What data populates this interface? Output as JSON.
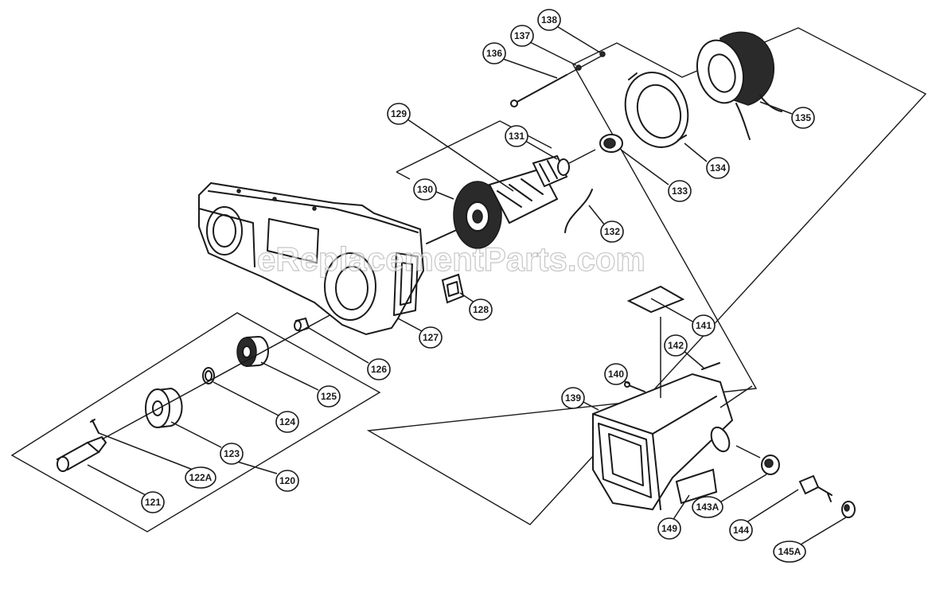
{
  "watermark": "eReplacementParts.com",
  "callouts": {
    "c120": "120",
    "c121": "121",
    "c122A": "122A",
    "c123": "123",
    "c124": "124",
    "c125": "125",
    "c126": "126",
    "c127": "127",
    "c128": "128",
    "c129": "129",
    "c130": "130",
    "c131": "131",
    "c132": "132",
    "c133": "133",
    "c134": "134",
    "c135": "135",
    "c136": "136",
    "c137": "137",
    "c138": "138",
    "c139": "139",
    "c140": "140",
    "c141": "141",
    "c142": "142",
    "c143A": "143A",
    "c144": "144",
    "c145A": "145A",
    "c149": "149"
  }
}
